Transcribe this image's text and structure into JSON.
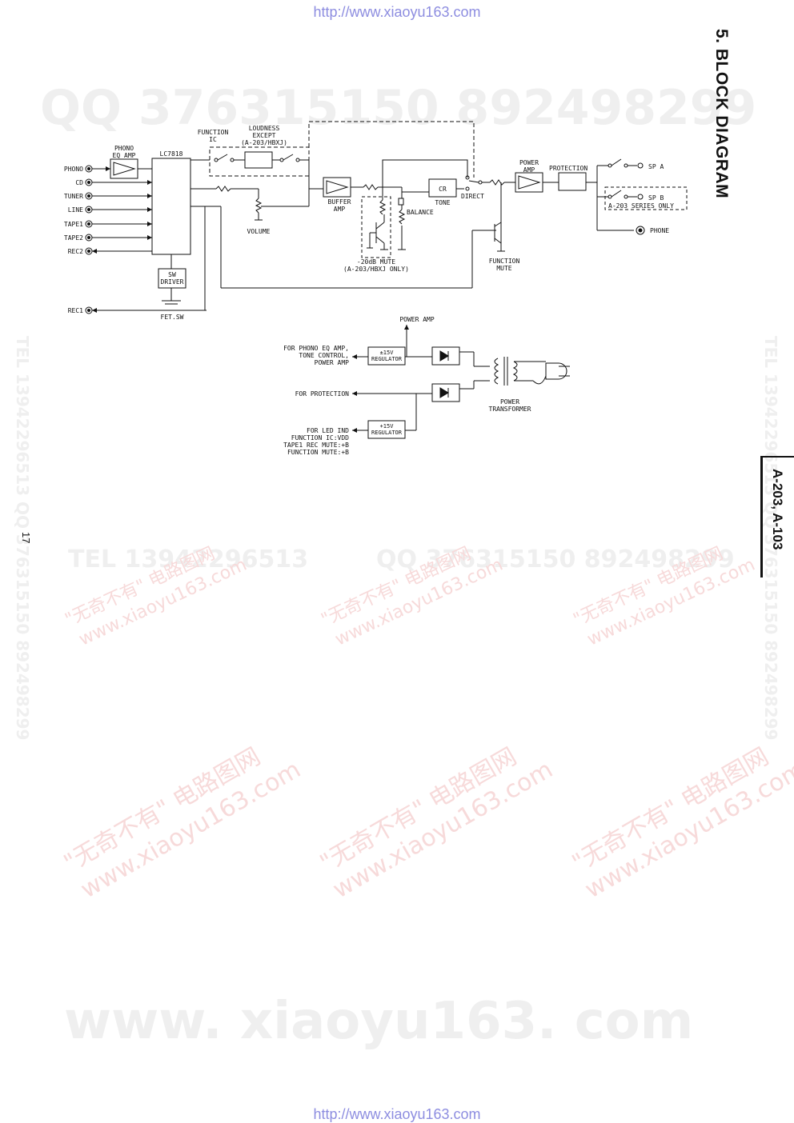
{
  "header": {
    "url": "http://www.xiaoyu163.com"
  },
  "footer": {
    "url": "http://www.xiaoyu163.com"
  },
  "section": {
    "title": "5.  BLOCK DIAGRAM"
  },
  "model": {
    "label": "A-203, A-103"
  },
  "page": {
    "number": "17"
  },
  "watermarks": {
    "qq_top": "QQ 376315150   892498299",
    "tel_left": "TEL  13942296513   QQ  376315150   892498299",
    "tel_right": "TEL  13942296513   QQ  376315150   892498299",
    "tel_mid": "TEL  13942296513",
    "qq_mid": "QQ  376315150  892498299",
    "site_cn": "\"无奇不有\" 电路图网",
    "site_en": "www.xiaoyu163.com",
    "site_big": "www. xiaoyu163. com"
  },
  "diagram": {
    "inputs": [
      "PHONO",
      "CD",
      "TUNER",
      "LINE",
      "TAPE1",
      "TAPE2",
      "REC2",
      "REC1"
    ],
    "blocks": {
      "phono_eq": "PHONO\nEQ AMP",
      "selector": "LC7818",
      "function_ic": "FUNCTION\nIC",
      "loudness": "LOUDNESS\nEXCEPT\n(A-203/HBXJ)",
      "volume": "VOLUME",
      "buffer_amp": "BUFFER\nAMP",
      "cr": "CR",
      "tone": "TONE",
      "balance": "BALANCE",
      "direct": "DIRECT",
      "mute_20db": "-20dB MUTE\n(A-203/HBXJ ONLY)",
      "function_mute": "FUNCTION\nMUTE",
      "power_amp": "POWER\nAMP",
      "protection": "PROTECTION",
      "sw_driver": "SW\nDRIVER",
      "fet_sw": "FET.SW"
    },
    "outputs": {
      "sp_a": "SP  A",
      "sp_b": "SP  B",
      "sp_b_note": "A-203 SERIES ONLY",
      "phone": "PHONE"
    },
    "power_supply": {
      "power_amp": "POWER AMP",
      "reg1": "±15V\nREGULATOR",
      "reg2": "+15V\nREGULATOR",
      "for_phono": "FOR PHONO EQ AMP,\nTONE CONTROL,\nPOWER AMP",
      "for_protection": "FOR PROTECTION",
      "for_led": "FOR LED  IND\nFUNCTION  IC:VDD\nTAPE1 REC MUTE:+B\nFUNCTION MUTE:+B",
      "transformer": "POWER\nTRANSFORMER"
    }
  }
}
